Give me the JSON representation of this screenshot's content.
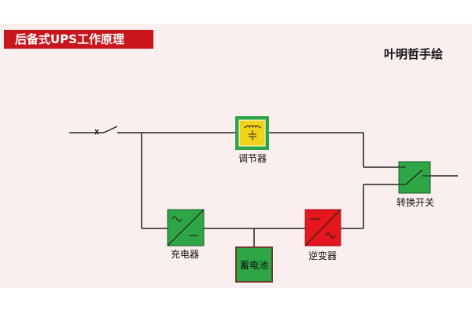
{
  "title": "后备式UPS工作原理",
  "author": "叶明哲手绘",
  "components": {
    "regulator": "调节器",
    "charger": "充电器",
    "battery": "蓄电池",
    "inverter": "逆变器",
    "transfer_switch": "转换开关"
  },
  "colors": {
    "title_bar": "#c9161d",
    "panel_background": "#fbeeee",
    "regulator": "#f0d21a",
    "regulator_frame": "#2ea646",
    "charger": "#2ea646",
    "inverter": "#e5161d",
    "battery": "#2ea646",
    "transfer_switch": "#2ea646",
    "wire": "#222222"
  },
  "icons": {
    "input_switch": "breaker-switch-icon",
    "regulator": "inductor-capacitor-icon",
    "charger": "ac-dc-converter-icon",
    "inverter": "dc-ac-inverter-icon",
    "transfer_switch": "transfer-switch-icon"
  }
}
